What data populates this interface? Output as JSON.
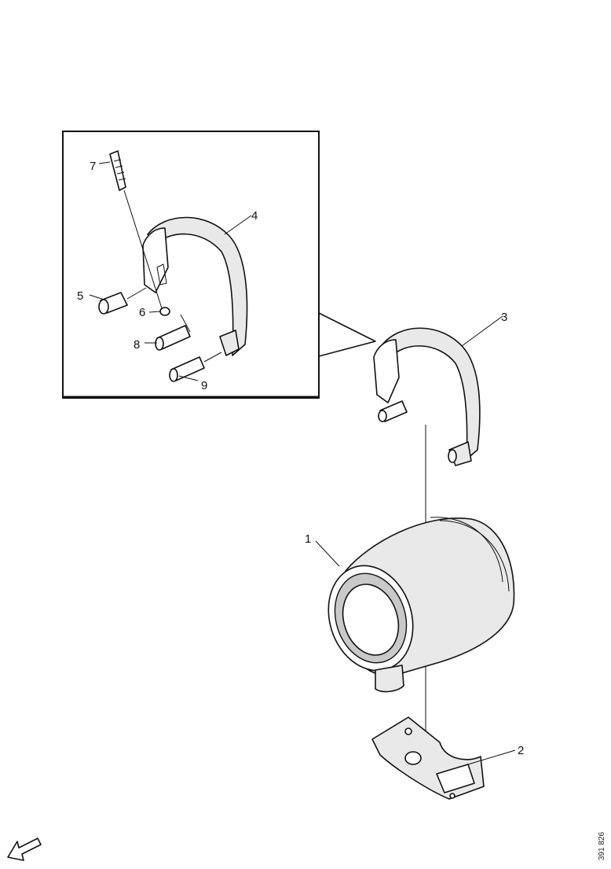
{
  "diagram": {
    "callouts": [
      {
        "id": "1",
        "label": "1"
      },
      {
        "id": "2",
        "label": "2"
      },
      {
        "id": "3",
        "label": "3"
      },
      {
        "id": "4",
        "label": "4"
      },
      {
        "id": "5",
        "label": "5"
      },
      {
        "id": "6",
        "label": "6"
      },
      {
        "id": "7",
        "label": "7"
      },
      {
        "id": "8",
        "label": "8"
      },
      {
        "id": "9",
        "label": "9"
      }
    ],
    "reference_number": "391 826",
    "icons": {
      "direction": "direction-arrow-icon"
    }
  }
}
